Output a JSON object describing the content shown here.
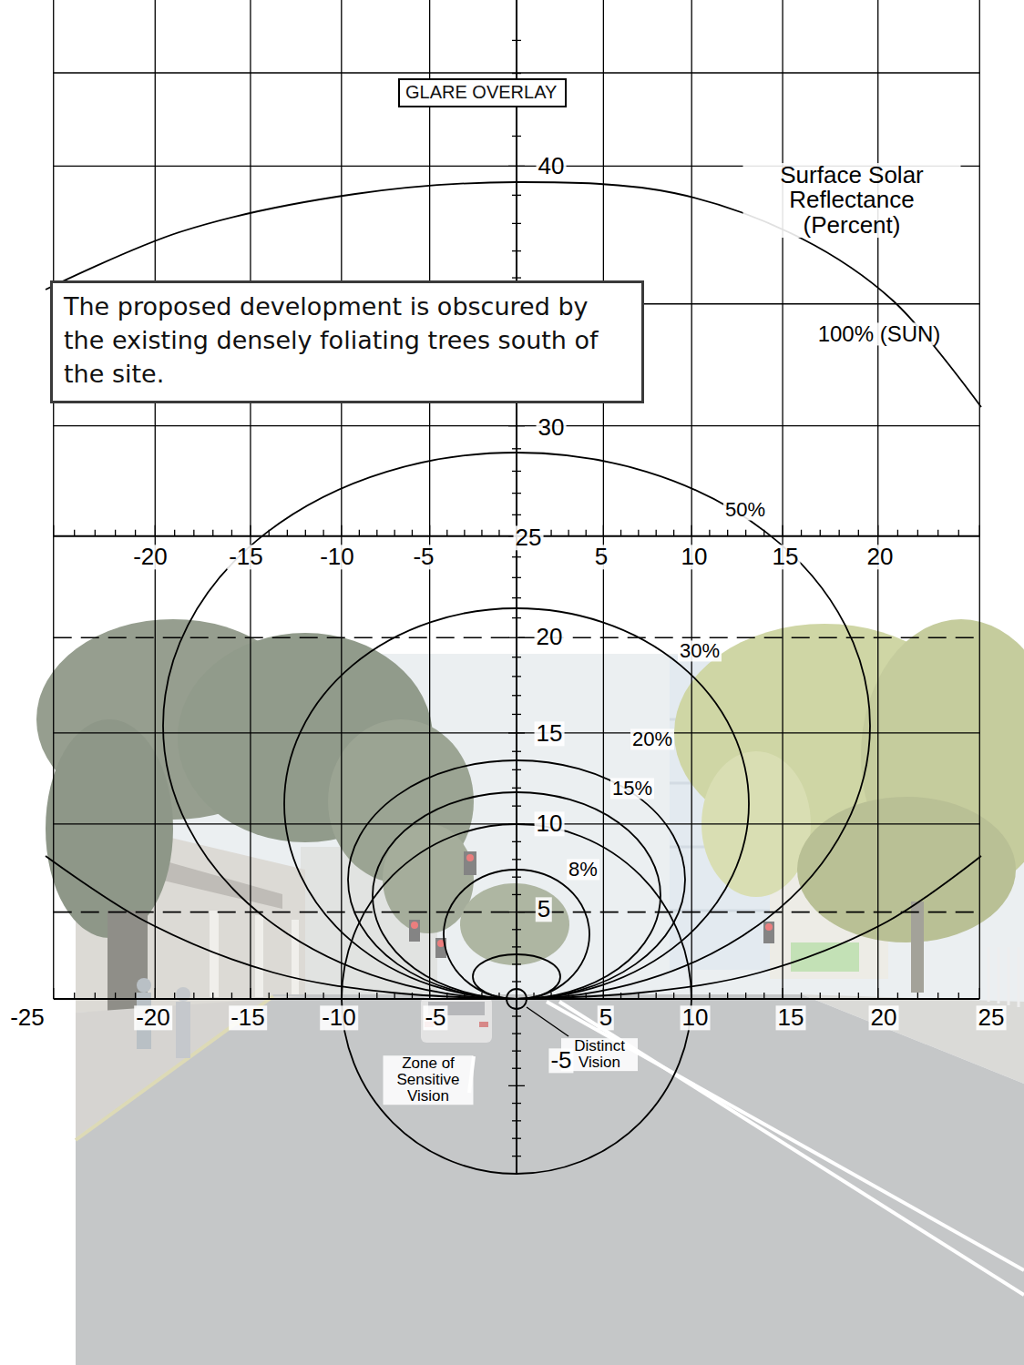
{
  "diagram": {
    "nodes": [
      {
        "text": [
          "GLARE OVERLAY"
        ]
      },
      {
        "text": [
          "The proposed development is obscured by the existing densely foliating trees south of the site."
        ]
      }
    ],
    "labels": [
      "40",
      "Surface Solar Reflectance (Percent)",
      "100% (SUN)",
      "30",
      "50%",
      "-20",
      "-15",
      "-10",
      "-5",
      "25",
      "5",
      "10",
      "15",
      "20",
      "20",
      "30%",
      "15",
      "20%",
      "15%",
      "10",
      "8%",
      "5",
      "-25",
      "-20",
      "-15",
      "-10",
      "-5",
      "5",
      "10",
      "15",
      "20",
      "25",
      "Distinct Vision",
      "Zone of Sensitive Vision",
      "-5"
    ]
  }
}
